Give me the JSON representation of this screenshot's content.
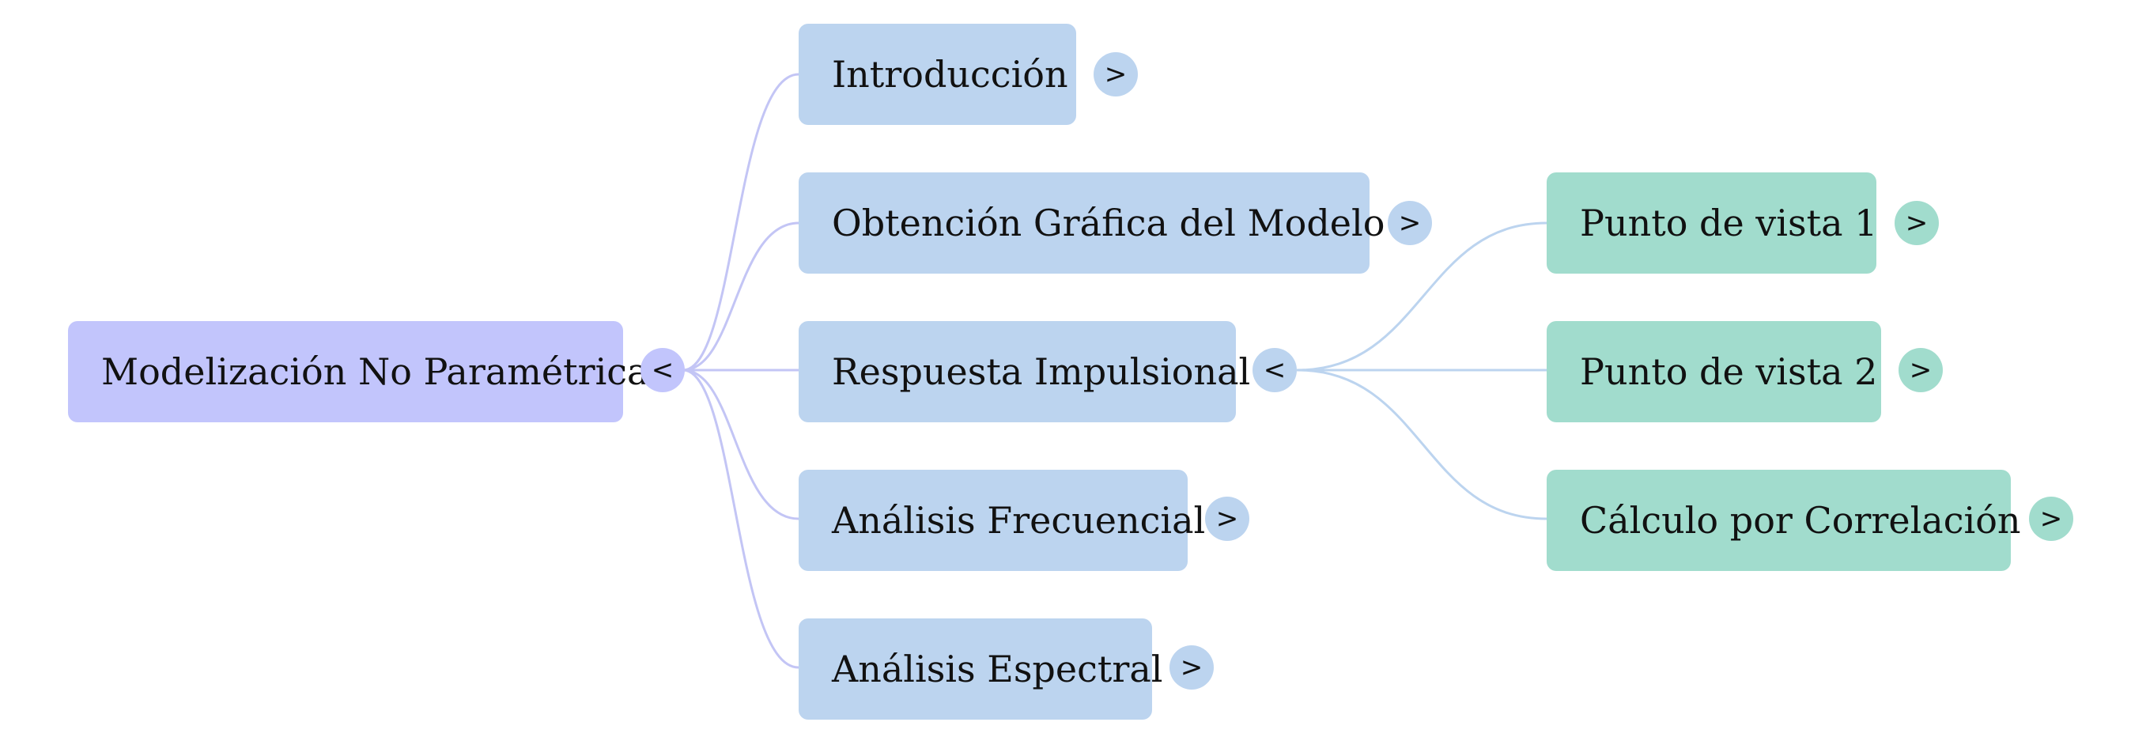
{
  "colors": {
    "root_node": "#c2c5fc",
    "level1_node": "#bcd4ef",
    "level2_node": "#a1dccd",
    "root_links": "#c3c5f5",
    "level1_links": "#bcd4ef"
  },
  "root": {
    "label": "Modelización No Paramétrica",
    "toggle": "<"
  },
  "children": [
    {
      "label": "Introducción",
      "toggle": ">"
    },
    {
      "label": "Obtención Gráfica del Modelo",
      "toggle": ">"
    },
    {
      "label": "Respuesta Impulsional",
      "toggle": "<"
    },
    {
      "label": "Análisis Frecuencial",
      "toggle": ">"
    },
    {
      "label": "Análisis Espectral",
      "toggle": ">"
    }
  ],
  "impulse_children": [
    {
      "label": "Punto de vista 1",
      "toggle": ">"
    },
    {
      "label": "Punto de vista 2",
      "toggle": ">"
    },
    {
      "label": "Cálculo por Correlación",
      "toggle": ">"
    }
  ]
}
